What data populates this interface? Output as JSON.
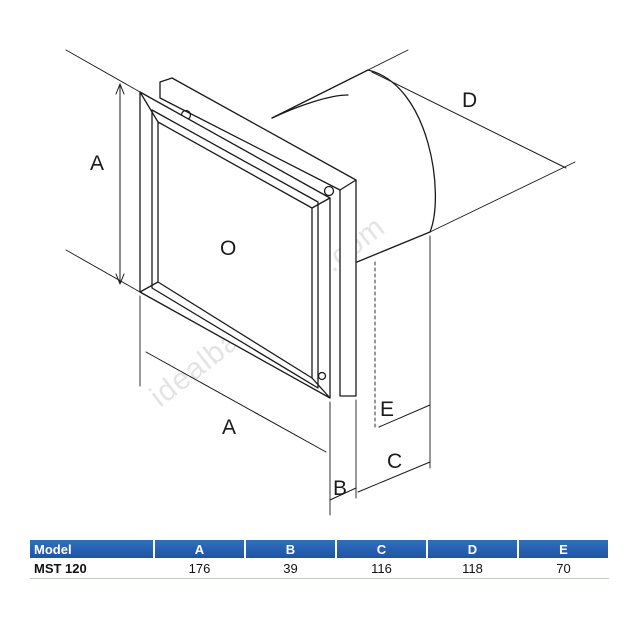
{
  "diagram": {
    "labels": {
      "front_a": "A",
      "side_a": "A",
      "b": "B",
      "c": "C",
      "d": "D",
      "e": "E",
      "center": "O"
    },
    "watermark": "idealbathrooms.com",
    "line_color": "#1a1a1a"
  },
  "table": {
    "header_color": "#1f55a3",
    "columns": [
      "Model",
      "A",
      "B",
      "C",
      "D",
      "E"
    ],
    "rows": [
      [
        "MST 120",
        "176",
        "39",
        "116",
        "118",
        "70"
      ]
    ]
  }
}
